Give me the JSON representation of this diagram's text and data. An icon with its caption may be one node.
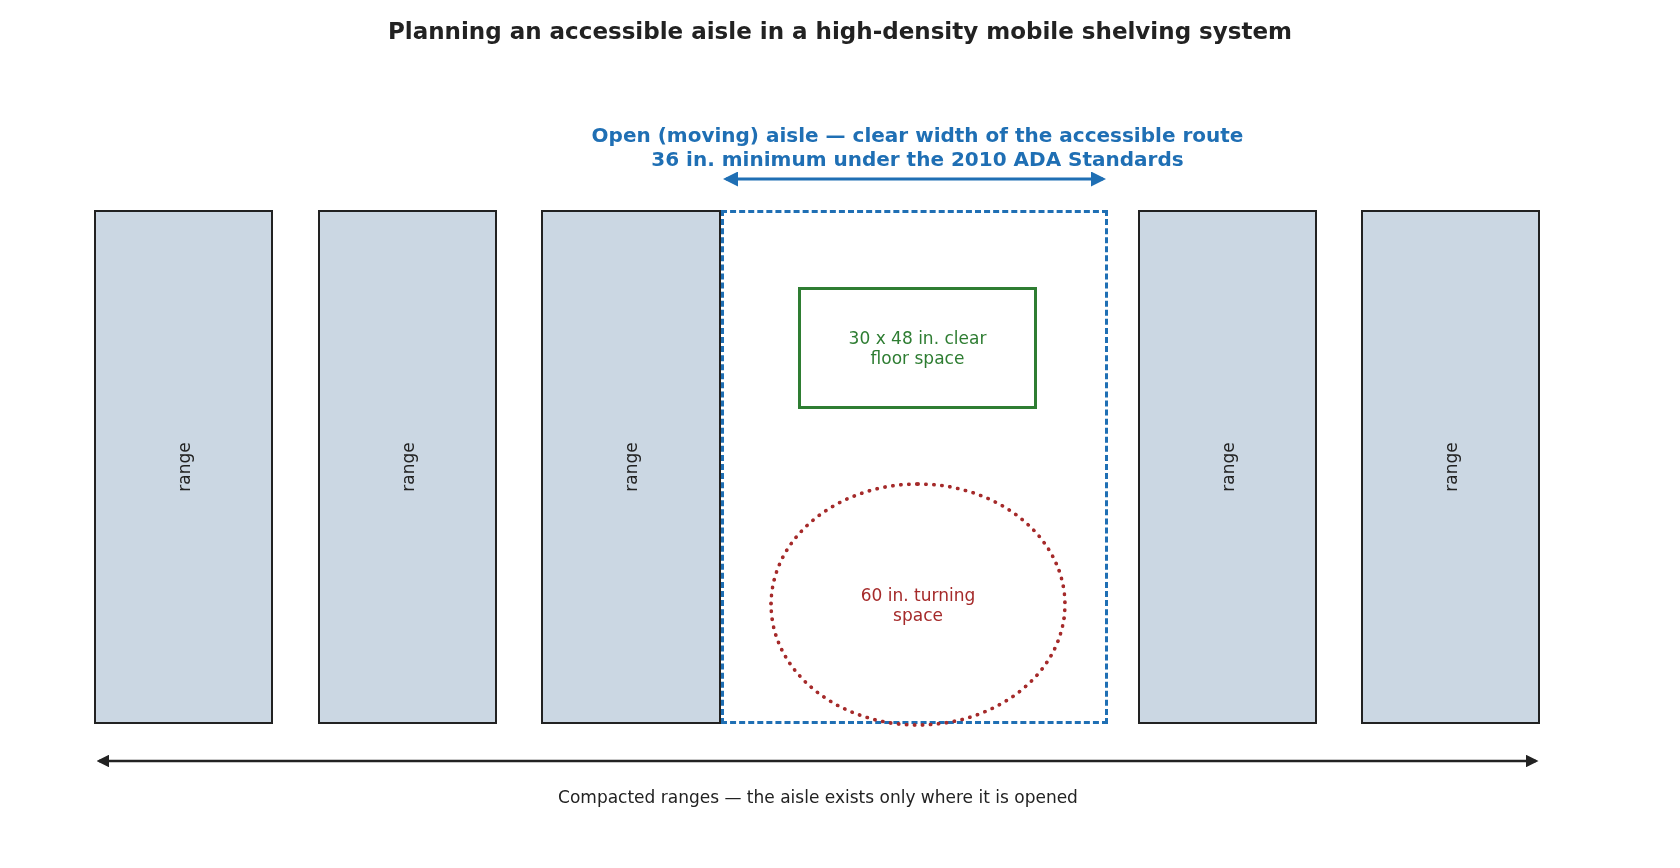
{
  "diagram": {
    "title": "Planning an accessible aisle in a high-density mobile shelving system",
    "nodes": [
      {
        "text": [
          "range"
        ]
      },
      {
        "text": [
          "range"
        ]
      },
      {
        "text": [
          "range"
        ]
      },
      {
        "text": [
          "Open (moving) aisle — clear width of the accessible route 36 in. minimum under the 2010 ADA Standards"
        ]
      },
      {
        "text": [
          "30 x 48 in. clear floor space"
        ],
        "in": 3
      },
      {
        "text": [
          "60 in. turning space"
        ],
        "in": 3
      },
      {
        "text": [
          "range"
        ]
      },
      {
        "text": [
          "range"
        ]
      }
    ],
    "edges": [],
    "labels": [
      "Compacted ranges — the aisle exists only where it is opened"
    ]
  }
}
